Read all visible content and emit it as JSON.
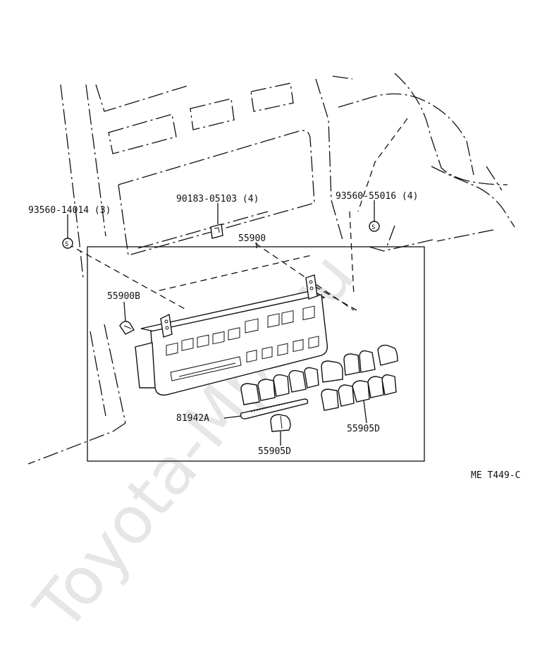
{
  "diagram": {
    "watermark": "Toyota-Mpe.ru",
    "figure_code": "ME T449-C",
    "callouts": [
      {
        "id": "bolt-14014",
        "text": "93560-14014 (3)"
      },
      {
        "id": "clip-05103",
        "text": "90183-05103 (4)"
      },
      {
        "id": "bolt-55016",
        "text": "93560-55016 (4)"
      },
      {
        "id": "panel-55900",
        "text": "55900"
      },
      {
        "id": "bulb-55900b",
        "text": "55900B"
      },
      {
        "id": "plate-81942a",
        "text": "81942A"
      },
      {
        "id": "knob-55905d-a",
        "text": "55905D"
      },
      {
        "id": "knob-55905d-b",
        "text": "55905D"
      }
    ],
    "screw_symbol": "S"
  }
}
